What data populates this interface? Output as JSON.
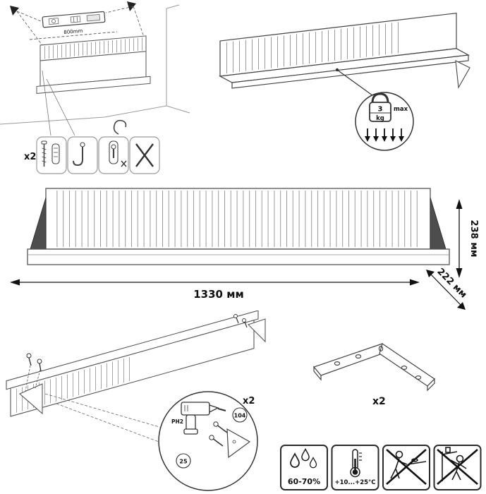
{
  "sheet": {
    "wall_mounting": {
      "hardware_qty": "x2",
      "level_dimension": "800mm"
    },
    "load_limit": {
      "weight_value": "3",
      "weight_unit": "kg",
      "max_label": "max"
    },
    "dimensions": {
      "width": "1330 мм",
      "height": "238 мм",
      "depth": "222 мм"
    },
    "bracket_mounting": {
      "screws_qty": "x2",
      "bit_label": "PH2",
      "part_number_104": "104",
      "part_number_25": "25"
    },
    "bracket": {
      "qty": "x2"
    },
    "conditions": {
      "humidity_range": "60-70%",
      "temperature_range": "+10...+25°C"
    },
    "icons": {
      "spirit_level": "spirit-level-icon",
      "wall_anchor": "wall-plug-screw-icon",
      "hook": "picture-hook-icon",
      "not_allowed": "cross-icon",
      "weight": "kettlebell-weight-icon",
      "drill": "drill-icon",
      "screw": "screw-icon",
      "bracket": "l-bracket-icon",
      "humidity": "water-drops-icon",
      "temperature": "thermometer-icon",
      "no_leaning": "no-leaning-icon",
      "no_climbing": "no-climbing-icon"
    }
  }
}
